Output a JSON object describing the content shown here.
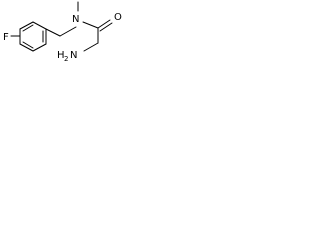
{
  "structure": {
    "atoms": {
      "fluorine": "F",
      "nitrogen": "N",
      "oxygen": "O",
      "amine_main": "H",
      "amine_sub": "2",
      "amine_n": "N"
    }
  },
  "colors": {
    "bond": "#000000",
    "text": "#000000",
    "background": "#ffffff"
  }
}
